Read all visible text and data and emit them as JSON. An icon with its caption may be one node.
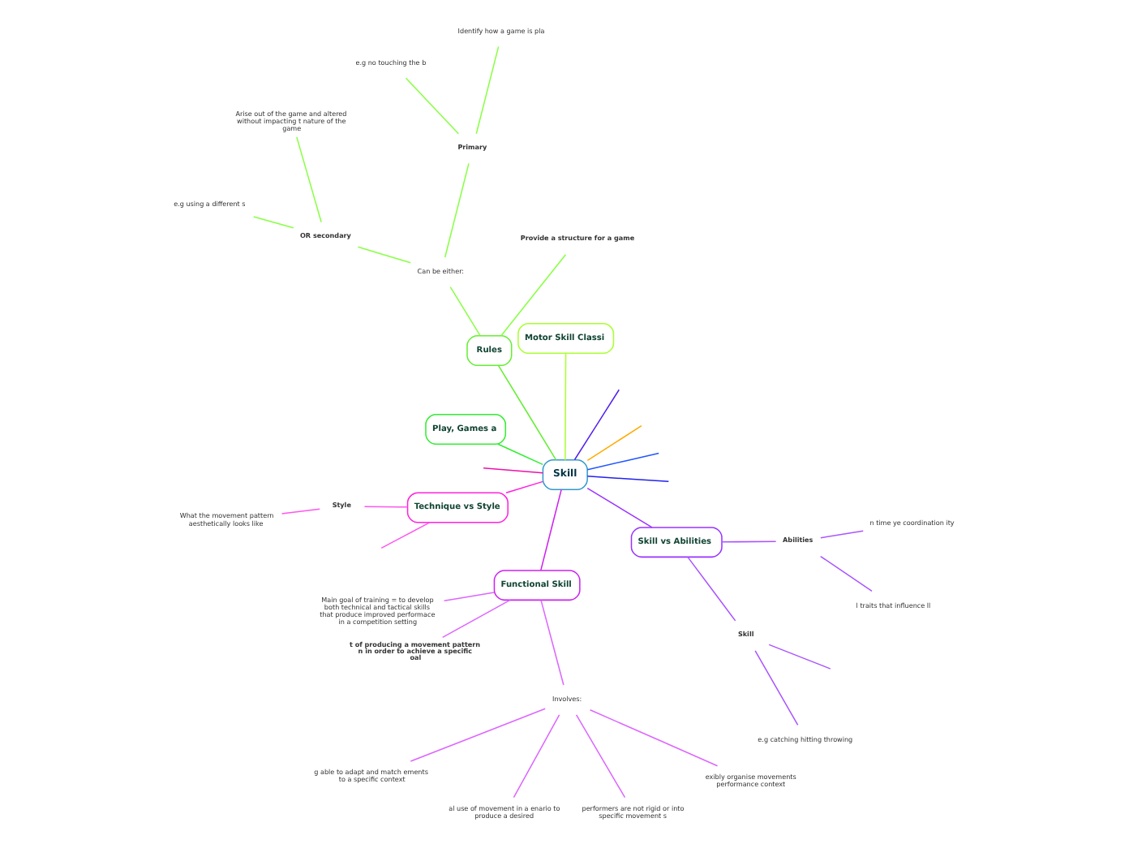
{
  "diagram": {
    "nodes": [
      {
        "text": [
          "Skill"
        ]
      },
      {
        "text": [
          "Skill vs Abilities"
        ]
      },
      {
        "text": [
          "Skill"
        ]
      },
      {
        "text": [
          "e.g catching hitting throwing"
        ]
      },
      {
        "text": [
          "Abilities"
        ]
      },
      {
        "text": [
          "l traits that influence ll"
        ]
      },
      {
        "text": [
          "n time ye coordination ity"
        ]
      },
      {
        "text": [
          "Functional Skill"
        ]
      },
      {
        "text": [
          "Main goal of training = to develop both technical and tactical skills that produce improved performace in a competition setting"
        ]
      },
      {
        "text": [
          "t of producing a movement pattern n in order to achieve a specific oal"
        ]
      },
      {
        "text": [
          "Involves:"
        ]
      },
      {
        "text": [
          "g able to adapt and match ements to a specific context"
        ]
      },
      {
        "text": [
          "al use of movement in a enario to produce a desired"
        ]
      },
      {
        "text": [
          "performers are not rigid or into specific movement s"
        ]
      },
      {
        "text": [
          "exibly organise movements performance context"
        ]
      },
      {
        "text": [
          "Technique vs Style"
        ]
      },
      {
        "text": [
          "Style"
        ]
      },
      {
        "text": [
          "What the movement pattern aesthetically looks like"
        ]
      },
      {
        "text": [
          "Rules"
        ]
      },
      {
        "text": [
          "Provide a structure for a game"
        ]
      },
      {
        "text": [
          "Can be either:"
        ]
      },
      {
        "text": [
          "Primary"
        ]
      },
      {
        "text": [
          "Identify how a game is pla"
        ]
      },
      {
        "text": [
          "e.g no touching the b"
        ]
      },
      {
        "text": [
          "OR secondary"
        ]
      },
      {
        "text": [
          "Arise out of the game and altered without impacting t nature of the game"
        ]
      },
      {
        "text": [
          "e.g using a different s"
        ]
      },
      {
        "text": [
          "Play, Games a"
        ]
      },
      {
        "text": [
          "Motor Skill Classi"
        ]
      }
    ],
    "edges": [
      {
        "from": 0,
        "to": 1,
        "arrow": "none",
        "color": "#9933ff"
      },
      {
        "from": 1,
        "to": 2,
        "arrow": "none",
        "color": "#aa55ff"
      },
      {
        "from": 2,
        "to": null,
        "arrow": "none",
        "color": "#aa55ff"
      },
      {
        "from": 2,
        "to": 3,
        "arrow": "none",
        "color": "#aa55ff"
      },
      {
        "from": 1,
        "to": 4,
        "arrow": "none",
        "color": "#aa55ff"
      },
      {
        "from": 4,
        "to": 5,
        "arrow": "none",
        "color": "#aa55ff"
      },
      {
        "from": 4,
        "to": 6,
        "arrow": "none",
        "color": "#aa55ff"
      },
      {
        "from": 0,
        "to": 7,
        "arrow": "none",
        "color": "#cc22ee"
      },
      {
        "from": 7,
        "to": 8,
        "arrow": "none",
        "color": "#dd66ff"
      },
      {
        "from": 7,
        "to": 9,
        "arrow": "none",
        "color": "#dd66ff"
      },
      {
        "from": 7,
        "to": 10,
        "arrow": "none",
        "color": "#dd66ff"
      },
      {
        "from": 10,
        "to": 11,
        "arrow": "none",
        "color": "#dd66ff"
      },
      {
        "from": 10,
        "to": 12,
        "arrow": "none",
        "color": "#dd66ff"
      },
      {
        "from": 10,
        "to": 13,
        "arrow": "none",
        "color": "#dd66ff"
      },
      {
        "from": 10,
        "to": 14,
        "arrow": "none",
        "color": "#dd66ff"
      },
      {
        "from": 0,
        "to": 15,
        "arrow": "none",
        "color": "#ff22dd"
      },
      {
        "from": 15,
        "to": 16,
        "arrow": "none",
        "color": "#ff55ee"
      },
      {
        "from": 16,
        "to": 17,
        "arrow": "none",
        "color": "#ff55ee"
      },
      {
        "from": 15,
        "to": null,
        "arrow": "none",
        "color": "#ff55ee"
      },
      {
        "from": 0,
        "to": 18,
        "arrow": "none",
        "color": "#66ee33"
      },
      {
        "from": 18,
        "to": 19,
        "arrow": "none",
        "color": "#88ff44"
      },
      {
        "from": 18,
        "to": 20,
        "arrow": "none",
        "color": "#88ff44"
      },
      {
        "from": 20,
        "to": 21,
        "arrow": "none",
        "color": "#88ff44"
      },
      {
        "from": 21,
        "to": 22,
        "arrow": "none",
        "color": "#88ff44"
      },
      {
        "from": 21,
        "to": 23,
        "arrow": "none",
        "color": "#88ff44"
      },
      {
        "from": 20,
        "to": 24,
        "arrow": "none",
        "color": "#88ff44"
      },
      {
        "from": 24,
        "to": 25,
        "arrow": "none",
        "color": "#88ff44"
      },
      {
        "from": 24,
        "to": 26,
        "arrow": "none",
        "color": "#88ff44"
      },
      {
        "from": 0,
        "to": 27,
        "arrow": "none",
        "color": "#33ee33"
      },
      {
        "from": 0,
        "to": 28,
        "arrow": "none",
        "color": "#aaff33"
      },
      {
        "from": 0,
        "to": null,
        "arrow": "none",
        "color": "#5522ee"
      },
      {
        "from": 0,
        "to": null,
        "arrow": "none",
        "color": "#2222ee"
      },
      {
        "from": 0,
        "to": null,
        "arrow": "none",
        "color": "#2255ff"
      },
      {
        "from": 0,
        "to": null,
        "arrow": "none",
        "color": "#ffaa00"
      },
      {
        "from": 0,
        "to": null,
        "arrow": "none",
        "color": "#ee11aa"
      }
    ]
  }
}
